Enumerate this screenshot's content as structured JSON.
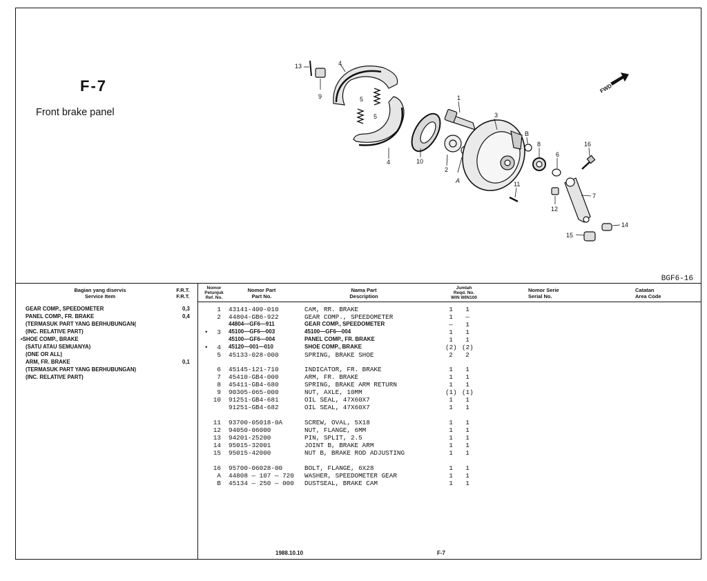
{
  "page": {
    "code": "F-7",
    "title": "Front brake panel",
    "drawing_no": "BGF6-16",
    "fwd_label": "FWD"
  },
  "callouts": [
    {
      "t": "13"
    },
    {
      "t": "4"
    },
    {
      "t": "9"
    },
    {
      "t": "5"
    },
    {
      "t": "5"
    },
    {
      "t": "4"
    },
    {
      "t": "10"
    },
    {
      "t": "1"
    },
    {
      "t": "3"
    },
    {
      "t": "2"
    },
    {
      "t": "A"
    },
    {
      "t": "B"
    },
    {
      "t": "8"
    },
    {
      "t": "6"
    },
    {
      "t": "16"
    },
    {
      "t": "11"
    },
    {
      "t": "12"
    },
    {
      "t": "7"
    },
    {
      "t": "14"
    },
    {
      "t": "15"
    }
  ],
  "headers": {
    "service_id": "Bagian yang diservis",
    "service_en": "Service Item",
    "frt1": "F.R.T.",
    "frt2": "F.R.T.",
    "ref_id1": "Nomor",
    "ref_id2": "Petunjuk",
    "ref_en": "Ref. No.",
    "part_id": "Nomor Part",
    "part_en": "Part No.",
    "desc_id": "Nama Part",
    "desc_en": "Description",
    "qty_id": "Jumlah",
    "qty_en": "Reqd. No.",
    "qty_models": "WIN  WIN100",
    "serial_id": "Nomor Serie",
    "serial_en": "Serial No.",
    "note_id": "Catatan",
    "note_en": "Area Code"
  },
  "service_items": [
    {
      "label": "GEAR COMP., SPEEDOMETER",
      "frt": "0,3"
    },
    {
      "label": "PANEL COMP., FR. BRAKE",
      "frt": "0,4"
    },
    {
      "label": "(TERMASUK PART YANG BERHUBUNGAN(",
      "frt": ""
    },
    {
      "label": "(INC. RELATIVE PART)",
      "frt": ""
    },
    {
      "label": "•SHOE COMP., BRAKE",
      "frt": ""
    },
    {
      "label": "(SATU ATAU SEMUANYA)",
      "frt": ""
    },
    {
      "label": "(ONE OR ALL)",
      "frt": ""
    },
    {
      "label": "ARM, FR. BRAKE",
      "frt": "0,1"
    },
    {
      "label": "(TERMASUK PART YANG BERHUBUNGAN)",
      "frt": ""
    },
    {
      "label": "(INC. RELATIVE PART)",
      "frt": ""
    }
  ],
  "parts": [
    {
      "mark": "",
      "ref": "1",
      "part": "43141-400-010",
      "desc": "CAM, RR. BRAKE",
      "q1": "1",
      "q2": "1",
      "sm": false
    },
    {
      "mark": "",
      "ref": "2",
      "part": "44804-GB6-922",
      "desc": "GEAR COMP., SPEEDOMETER",
      "q1": "1",
      "q2": "—",
      "sm": false
    },
    {
      "mark": "",
      "ref": "",
      "part": "44804—GF6—911",
      "desc": "GEAR COMP., SPEEDOMETER",
      "q1": "—",
      "q2": "1",
      "sm": true
    },
    {
      "mark": "•",
      "ref": "3",
      "part": "45100—GF6—003",
      "desc": "45100—GF6—004",
      "q1": "1",
      "q2": "1",
      "sm": true
    },
    {
      "mark": "",
      "ref": "",
      "part": "45100—GF6—004",
      "desc": "PANEL COMP., FR. BRAKE",
      "q1": "1",
      "q2": "1",
      "sm": true
    },
    {
      "mark": "•",
      "ref": "4",
      "part": "45120—001—010",
      "desc": "SHOE COMP., BRAKE",
      "q1": "(2)",
      "q2": "(2)",
      "sm": true
    },
    {
      "mark": "",
      "ref": "5",
      "part": "45133-028-000",
      "desc": "SPRING, BRAKE SHOE",
      "q1": "2",
      "q2": "2",
      "sm": false
    },
    {
      "mark": "",
      "ref": "6",
      "part": "45145-121-710",
      "desc": "INDICATOR, FR. BRAKE",
      "q1": "1",
      "q2": "1",
      "sm": false
    },
    {
      "mark": "",
      "ref": "7",
      "part": "45410-GB4-000",
      "desc": "ARM, FR. BRAKE",
      "q1": "1",
      "q2": "1",
      "sm": false
    },
    {
      "mark": "",
      "ref": "8",
      "part": "45411-GB4-680",
      "desc": "SPRING, BRAKE ARM RETURN",
      "q1": "1",
      "q2": "1",
      "sm": false
    },
    {
      "mark": "",
      "ref": "9",
      "part": "90305-065-000",
      "desc": "NUT, AXLE, 10MM",
      "q1": "(1)",
      "q2": "(1)",
      "sm": false
    },
    {
      "mark": "",
      "ref": "10",
      "part": "91251-GB4-681",
      "desc": "OIL SEAL, 47X60X7",
      "q1": "1",
      "q2": "1",
      "sm": false
    },
    {
      "mark": "",
      "ref": "",
      "part": "91251-GB4-682",
      "desc": "OIL SEAL, 47X60X7",
      "q1": "1",
      "q2": "1",
      "sm": false
    },
    {
      "mark": "",
      "ref": "11",
      "part": "93700-05018-0A",
      "desc": "SCREW, OVAL, 5X18",
      "q1": "1",
      "q2": "1",
      "sm": false
    },
    {
      "mark": "",
      "ref": "12",
      "part": "94050-06000",
      "desc": "NUT, FLANGE, 6MM",
      "q1": "1",
      "q2": "1",
      "sm": false
    },
    {
      "mark": "",
      "ref": "13",
      "part": "94201-25200",
      "desc": "PIN, SPLIT, 2.5",
      "q1": "1",
      "q2": "1",
      "sm": false
    },
    {
      "mark": "",
      "ref": "14",
      "part": "95015-32001",
      "desc": "JOINT B, BRAKE ARM",
      "q1": "1",
      "q2": "1",
      "sm": false
    },
    {
      "mark": "",
      "ref": "15",
      "part": "95015-42000",
      "desc": "NUT B, BRAKE ROD ADJUSTING",
      "q1": "1",
      "q2": "1",
      "sm": false
    },
    {
      "mark": "",
      "ref": "16",
      "part": "95700-06028-00",
      "desc": "BOLT, FLANGE, 6X28",
      "q1": "1",
      "q2": "1",
      "sm": false
    },
    {
      "mark": "",
      "ref": "A",
      "part": "44808 — 107 — 720",
      "desc": "WASHER, SPEEDOMETER GEAR",
      "q1": "1",
      "q2": "1",
      "sm": false
    },
    {
      "mark": "",
      "ref": "B",
      "part": "45134 — 250 — 000",
      "desc": "DUSTSEAL, BRAKE CAM",
      "q1": "1",
      "q2": "1",
      "sm": false
    }
  ],
  "footer": {
    "date": "1988.10.10",
    "page": "F-7"
  }
}
